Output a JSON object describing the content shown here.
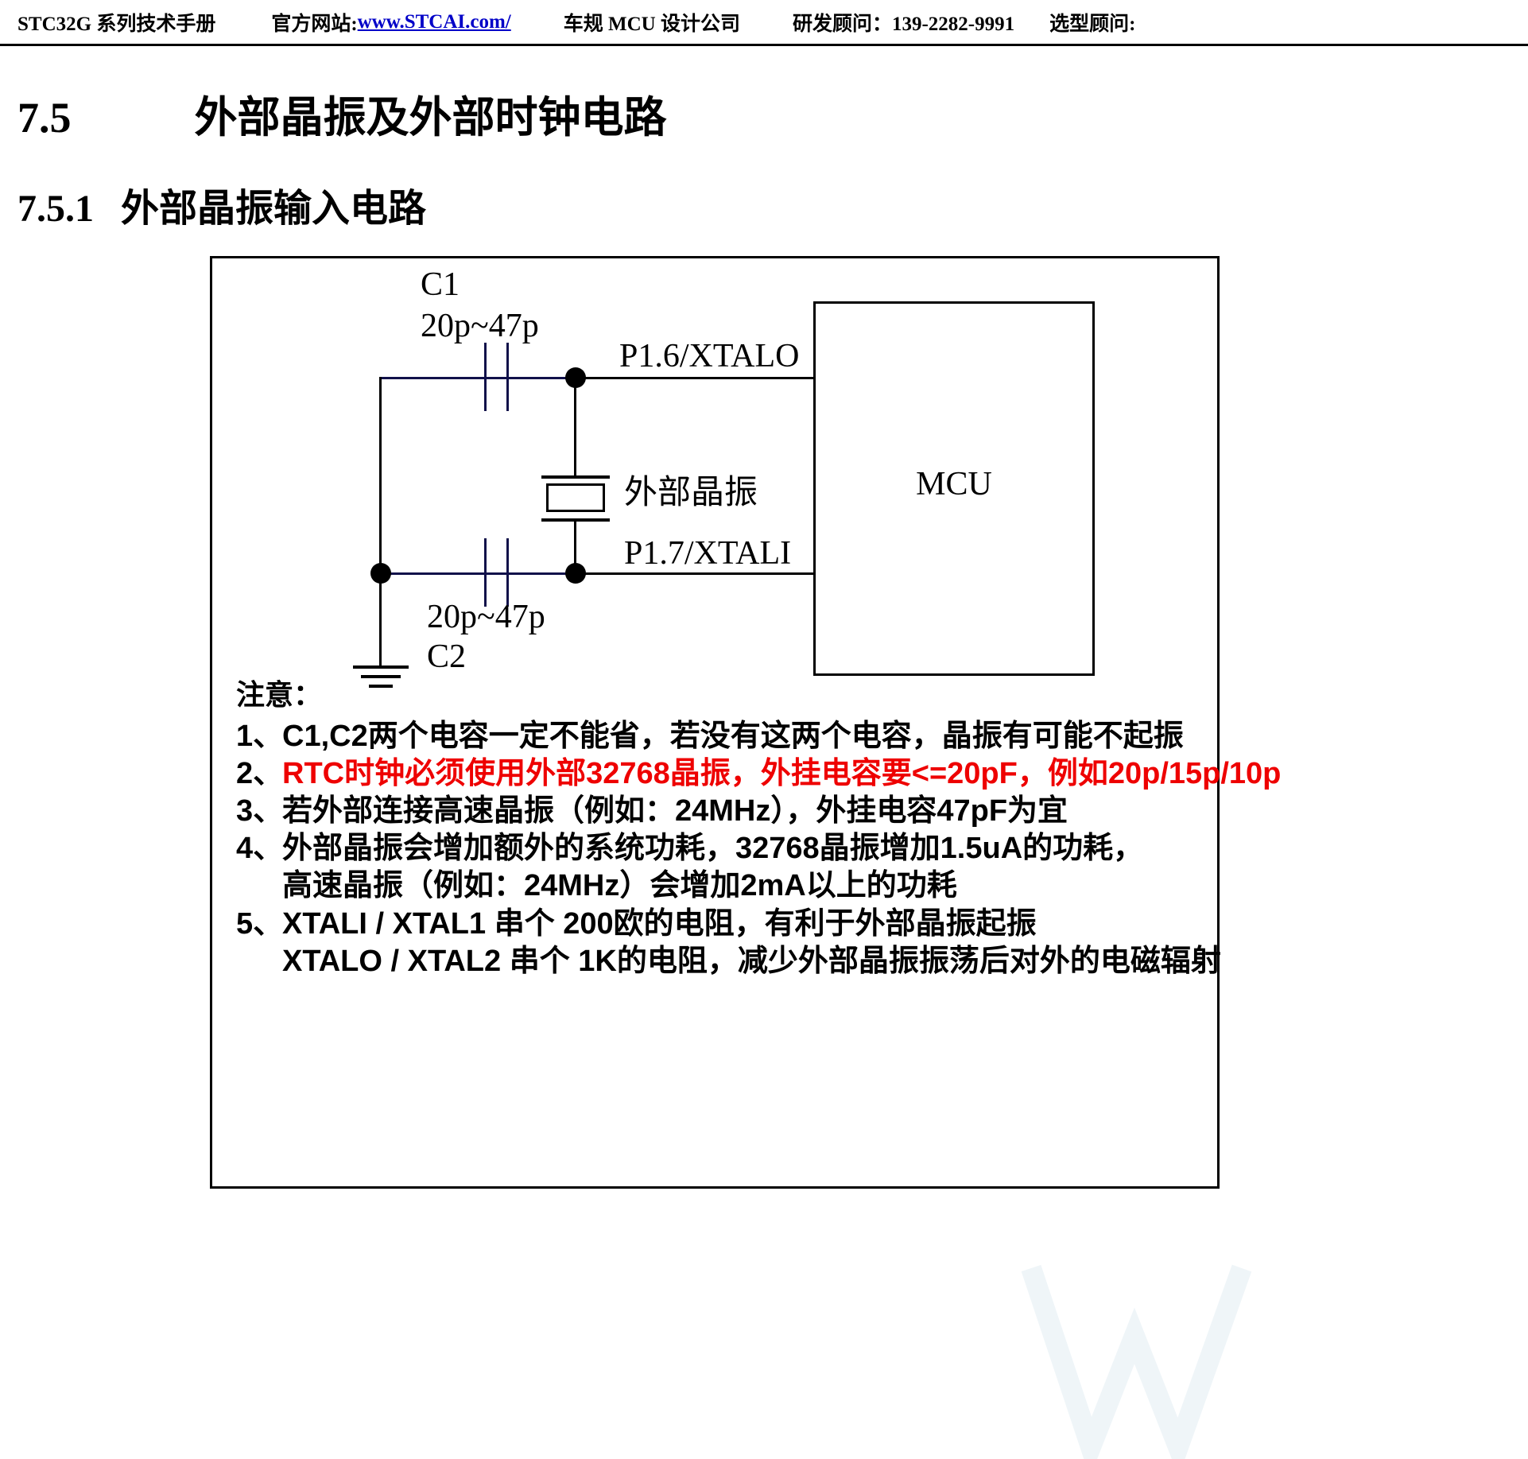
{
  "header": {
    "manual_title": "STC32G 系列技术手册",
    "website_label": "官方网站:",
    "website_url": "www.STCAI.com/",
    "company": "车规 MCU 设计公司",
    "rd_consultant": "研发顾问：139-2282-9991",
    "selection_consultant": "选型顾问:"
  },
  "headings": {
    "section_number": "7.5",
    "section_title": "外部晶振及外部时钟电路",
    "subsection_number": "7.5.1",
    "subsection_title": "外部晶振输入电路"
  },
  "schematic": {
    "c1_name": "C1",
    "c1_value": "20p~47p",
    "c2_name": "C2",
    "c2_value": "20p~47p",
    "crystal_label": "外部晶振",
    "pin_top": "P1.6/XTALO",
    "pin_bottom": "P1.7/XTALI",
    "mcu_label": "MCU",
    "wire_color": "#11114a",
    "line_color": "#000000"
  },
  "notes": {
    "title": "注意：",
    "items": [
      {
        "index": "1、",
        "lines": [
          "C1,C2两个电容一定不能省，若没有这两个电容，晶振有可能不起振"
        ],
        "color": "#000000"
      },
      {
        "index": "2、",
        "lines": [
          "RTC时钟必须使用外部32768晶振，外挂电容要<=20pF，例如20p/15p/10p"
        ],
        "color": "#ee0000"
      },
      {
        "index": "3、",
        "lines": [
          "若外部连接高速晶振（例如：24MHz），外挂电容47pF为宜"
        ],
        "color": "#000000"
      },
      {
        "index": "4、",
        "lines": [
          "外部晶振会增加额外的系统功耗，32768晶振增加1.5uA的功耗，",
          "高速晶振（例如：24MHz）会增加2mA以上的功耗"
        ],
        "color": "#000000"
      },
      {
        "index": "5、",
        "lines": [
          "XTALI / XTAL1 串个 200欧的电阻，有利于外部晶振起振",
          "XTALO / XTAL2 串个 1K的电阻，减少外部晶振振荡后对外的电磁辐射"
        ],
        "color": "#000000"
      }
    ]
  }
}
